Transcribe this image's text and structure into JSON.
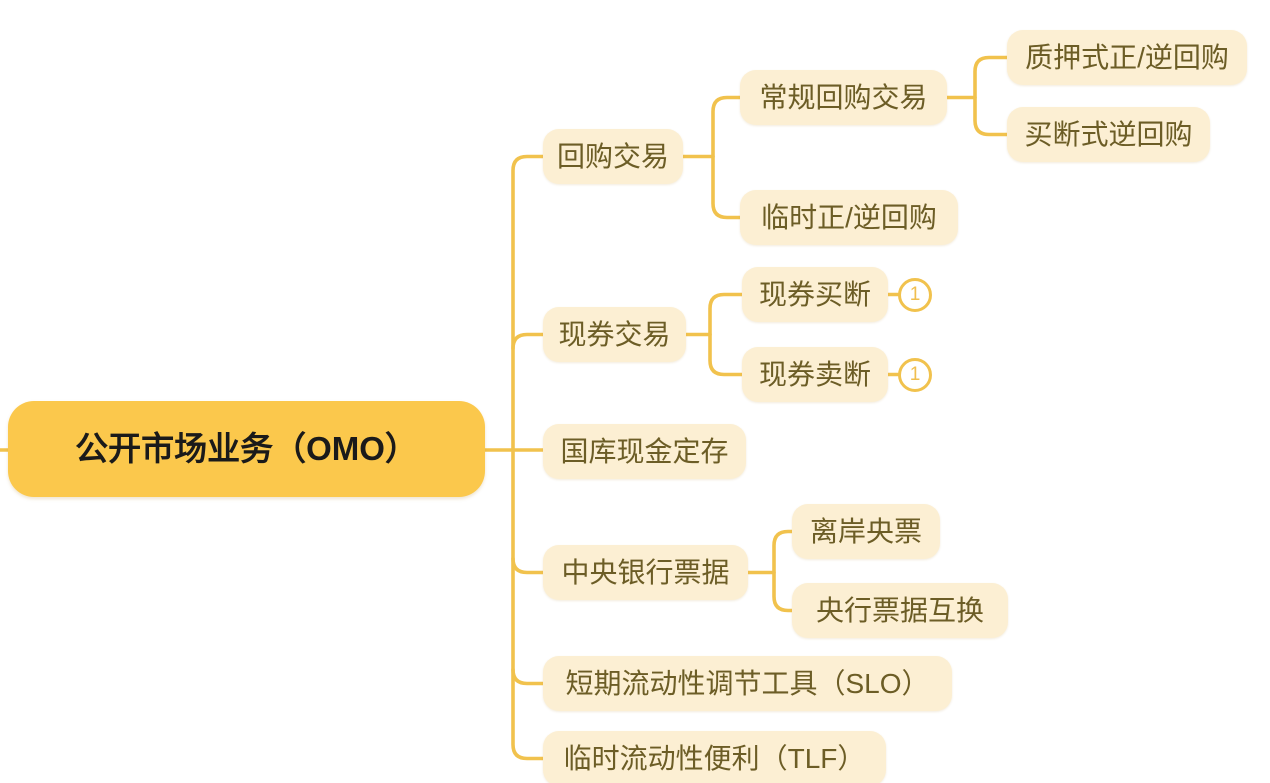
{
  "mindmap": {
    "type": "tree",
    "root": {
      "label": "公开市场业务（OMO）"
    },
    "branches": [
      {
        "label": "回购交易",
        "children": [
          {
            "label": "常规回购交易",
            "children": [
              {
                "label": "质押式正/逆回购"
              },
              {
                "label": "买断式逆回购"
              }
            ]
          },
          {
            "label": "临时正/逆回购"
          }
        ]
      },
      {
        "label": "现券交易",
        "children": [
          {
            "label": "现券买断",
            "badge": "1"
          },
          {
            "label": "现券卖断",
            "badge": "1"
          }
        ]
      },
      {
        "label": "国库现金定存"
      },
      {
        "label": "中央银行票据",
        "children": [
          {
            "label": "离岸央票"
          },
          {
            "label": "央行票据互换"
          }
        ]
      },
      {
        "label": "短期流动性调节工具（SLO）"
      },
      {
        "label": "临时流动性便利（TLF）"
      }
    ],
    "colors": {
      "root_fill": "#FBC84C",
      "root_text": "#1A1A1A",
      "node_fill": "#FCEFD3",
      "node_text": "#6C5D26",
      "connector": "#F1C24D",
      "badge_border": "#F1C24D",
      "badge_text": "#F0BE4E",
      "background": "#FFFFFF"
    }
  }
}
